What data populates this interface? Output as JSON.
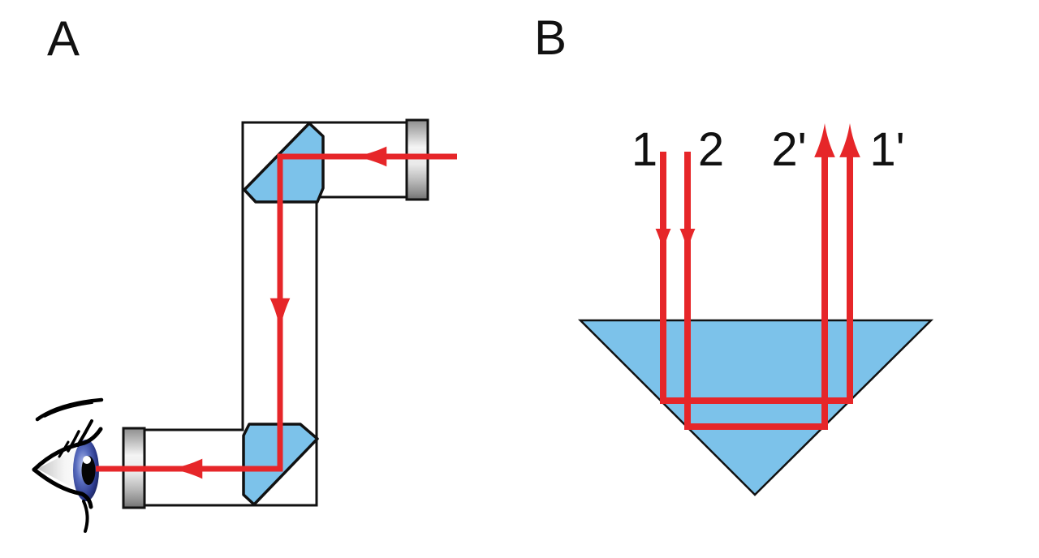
{
  "figure": {
    "panel_a": {
      "label": "A"
    },
    "panel_b": {
      "label": "B",
      "ray_labels": [
        {
          "id": "incoming-ray-1",
          "text": "1"
        },
        {
          "id": "incoming-ray-2",
          "text": "2"
        },
        {
          "id": "outgoing-ray-2",
          "text": "2'"
        },
        {
          "id": "outgoing-ray-1",
          "text": "1'"
        }
      ]
    }
  },
  "colors": {
    "background": "#ffffff",
    "beam_red": "#e62629",
    "prism_blue": "#7cc2ea",
    "outline_black": "#111111",
    "mirror_gray": "#9a9a9a"
  }
}
